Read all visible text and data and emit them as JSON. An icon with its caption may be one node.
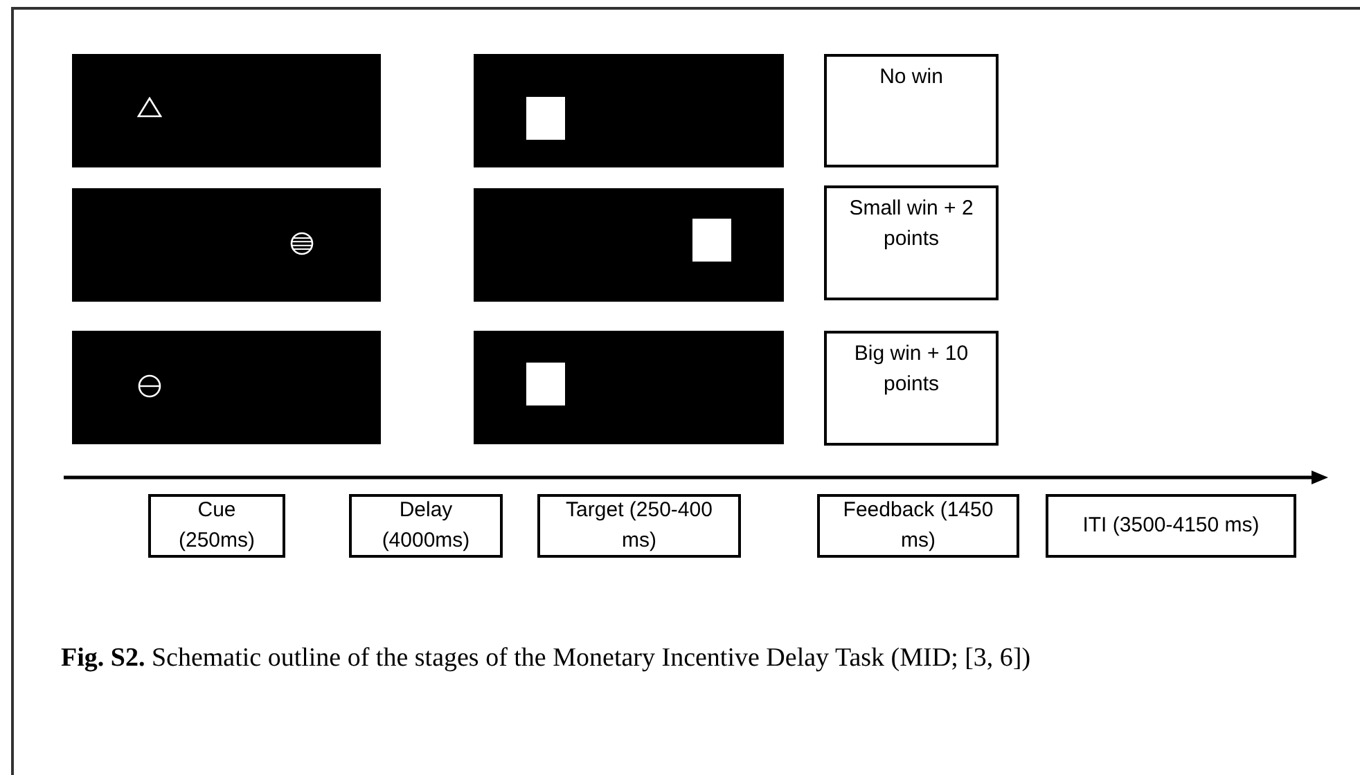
{
  "diagram": {
    "caption": "**Fig. S2.** Schematic outline of the stages of the Monetary Incentive Delay Task (MID; [3, 6])",
    "nodes": [
      {
        "text": [],
        "shape": "box"
      },
      {
        "text": [],
        "shape": "box"
      },
      {
        "text": [
          "No win"
        ]
      },
      {
        "text": [],
        "shape": "box"
      },
      {
        "text": [],
        "shape": "box"
      },
      {
        "text": [
          "Small win + 2 points"
        ]
      },
      {
        "text": [],
        "shape": "box"
      },
      {
        "text": [],
        "shape": "box"
      },
      {
        "text": [
          "Big win + 10 points"
        ]
      },
      {
        "text": [
          "Cue (250ms)"
        ]
      },
      {
        "text": [
          "Delay (4000ms)"
        ]
      },
      {
        "text": [
          "Target (250-400 ms)"
        ]
      },
      {
        "text": [
          "Feedback (1450 ms)"
        ]
      },
      {
        "text": [
          "ITI (3500-4150 ms)"
        ]
      }
    ]
  }
}
